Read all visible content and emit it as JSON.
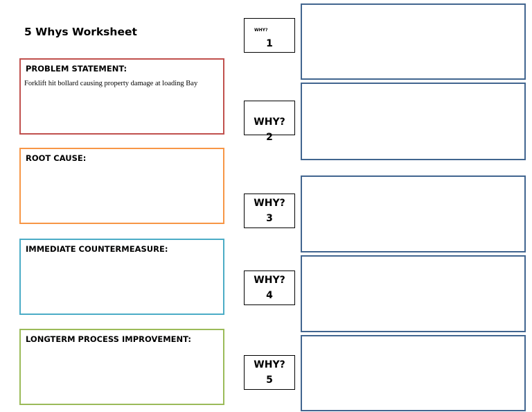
{
  "worksheet": {
    "title": "5 Whys Worksheet"
  },
  "sections": {
    "problem": {
      "label": "PROBLEM STATEMENT:",
      "text": "Forklift hit bollard causing property damage at loading Bay",
      "color": "#c0504d"
    },
    "root_cause": {
      "label": "ROOT CAUSE:",
      "text": "",
      "color": "#f79646"
    },
    "countermeasure": {
      "label": "IMMEDIATE COUNTERMEASURE:",
      "text": "",
      "color": "#4bacc6"
    },
    "improvement": {
      "label": "LONGTERM PROCESS IMPROVEMENT:",
      "text": "",
      "color": "#9bbb59"
    }
  },
  "whys": [
    {
      "label": "WHY?",
      "number": "1",
      "answer": ""
    },
    {
      "label": "WHY?",
      "number": "2",
      "answer": ""
    },
    {
      "label": "WHY?",
      "number": "3",
      "answer": ""
    },
    {
      "label": "WHY?",
      "number": "4",
      "answer": ""
    },
    {
      "label": "WHY?",
      "number": "5",
      "answer": ""
    }
  ],
  "colors": {
    "answer_border": "#41658f",
    "label_border": "#000000"
  }
}
